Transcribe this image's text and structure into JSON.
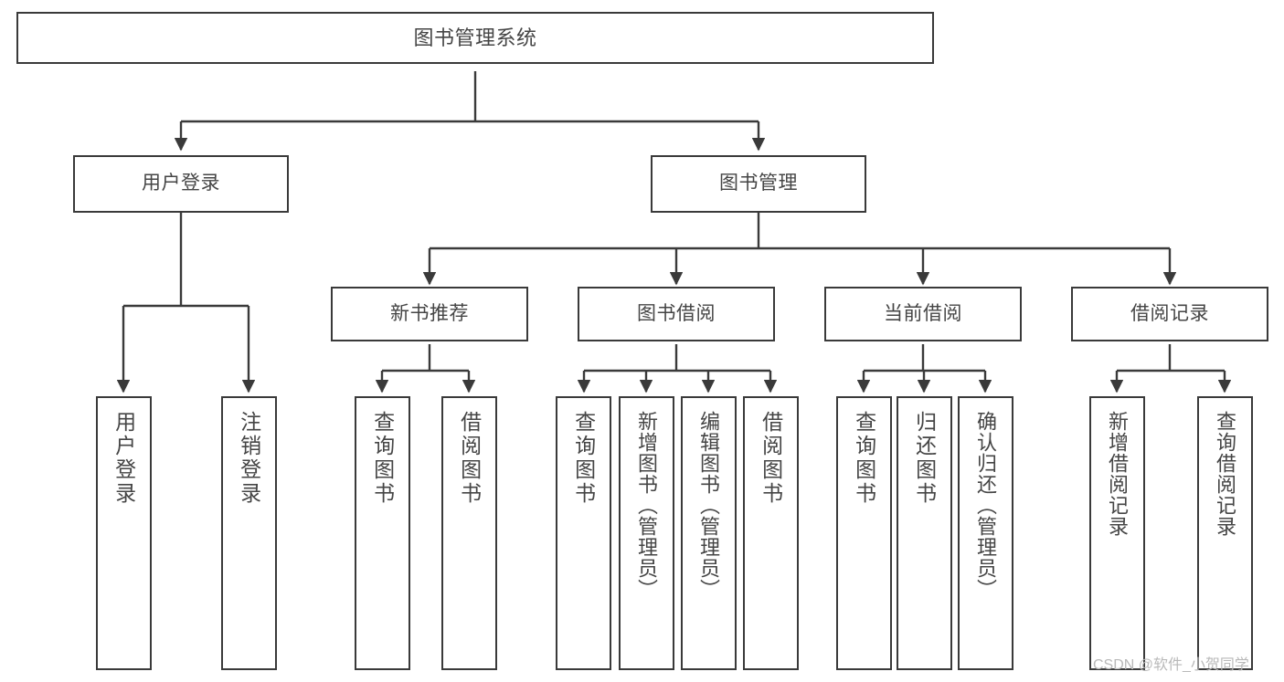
{
  "diagram": {
    "type": "tree",
    "title": "图书管理系统",
    "root": {
      "label": "图书管理系统"
    },
    "level1": [
      {
        "label": "用户登录"
      },
      {
        "label": "图书管理"
      }
    ],
    "level2": [
      {
        "label": "新书推荐",
        "parent": "图书管理"
      },
      {
        "label": "图书借阅",
        "parent": "图书管理"
      },
      {
        "label": "当前借阅",
        "parent": "图书管理"
      },
      {
        "label": "借阅记录",
        "parent": "图书管理"
      }
    ],
    "leaves": {
      "user_login": [
        {
          "label": "用户登录"
        },
        {
          "label": "注销登录"
        }
      ],
      "new_book_recommend": [
        {
          "label": "查询图书"
        },
        {
          "label": "借阅图书"
        }
      ],
      "book_borrow": [
        {
          "label": "查询图书"
        },
        {
          "label": "新增图书（管理员）"
        },
        {
          "label": "编辑图书（管理员）"
        },
        {
          "label": "借阅图书"
        }
      ],
      "current_borrow": [
        {
          "label": "查询图书"
        },
        {
          "label": "归还图书"
        },
        {
          "label": "确认归还（管理员）"
        }
      ],
      "borrow_record": [
        {
          "label": "新增借阅记录"
        },
        {
          "label": "查询借阅记录"
        }
      ]
    }
  },
  "watermark": {
    "text": "CSDN @软件_小贺同学"
  },
  "colors": {
    "border": "#3a3a3a",
    "text": "#454545",
    "background": "#ffffff",
    "watermark": "#b9b9b9"
  }
}
